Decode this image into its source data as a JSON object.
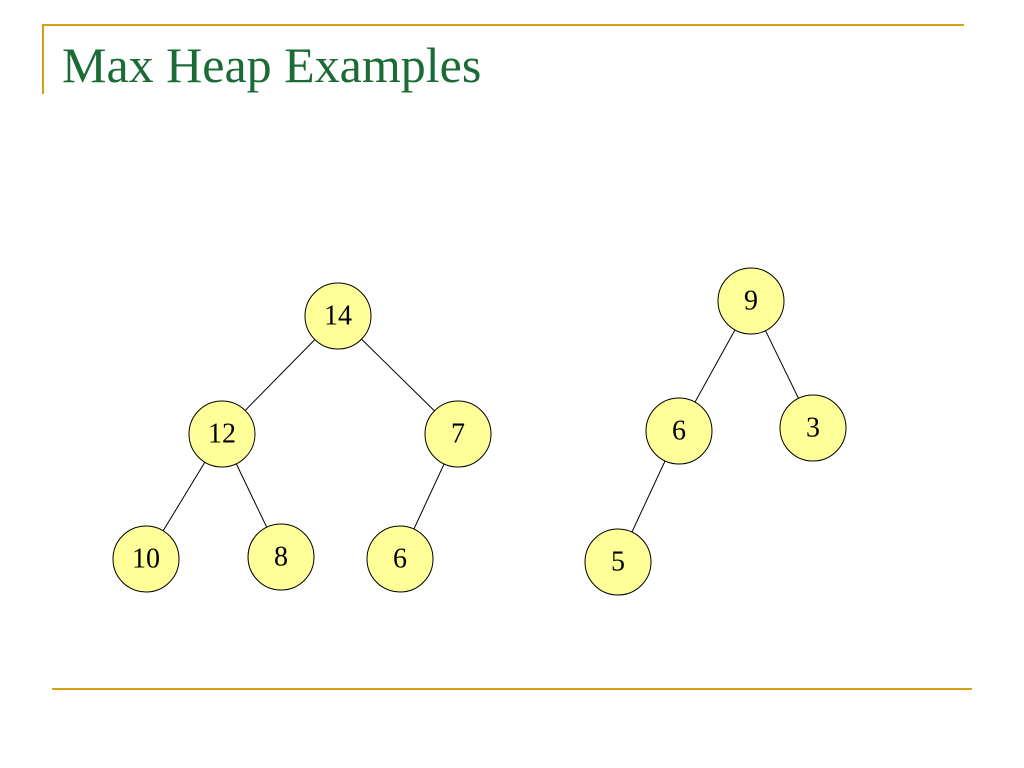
{
  "slide": {
    "title": "Max Heap Examples",
    "accent_color": "#d4a017",
    "title_color": "#1a6b36"
  },
  "node_fill": "#ffff99",
  "heaps": [
    {
      "nodes": [
        {
          "id": "a1",
          "value": "14"
        },
        {
          "id": "a2",
          "value": "12"
        },
        {
          "id": "a3",
          "value": "7"
        },
        {
          "id": "a4",
          "value": "10"
        },
        {
          "id": "a5",
          "value": "8"
        },
        {
          "id": "a6",
          "value": "6"
        }
      ],
      "edges": [
        [
          "a1",
          "a2"
        ],
        [
          "a1",
          "a3"
        ],
        [
          "a2",
          "a4"
        ],
        [
          "a2",
          "a5"
        ],
        [
          "a3",
          "a6"
        ]
      ]
    },
    {
      "nodes": [
        {
          "id": "b1",
          "value": "9"
        },
        {
          "id": "b2",
          "value": "6"
        },
        {
          "id": "b3",
          "value": "3"
        },
        {
          "id": "b4",
          "value": "5"
        }
      ],
      "edges": [
        [
          "b1",
          "b2"
        ],
        [
          "b1",
          "b3"
        ],
        [
          "b2",
          "b4"
        ]
      ]
    }
  ]
}
